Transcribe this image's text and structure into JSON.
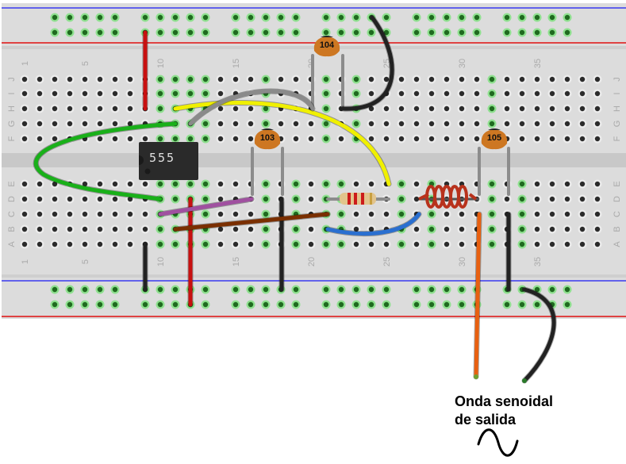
{
  "breadboard": {
    "column_labels": [
      "1",
      "5",
      "10",
      "15",
      "20",
      "25",
      "30",
      "35"
    ],
    "column_label_numbers": [
      1,
      5,
      10,
      15,
      20,
      25,
      30,
      35
    ],
    "top_row_labels": [
      "J",
      "I",
      "H",
      "G",
      "F"
    ],
    "bottom_row_labels": [
      "E",
      "D",
      "C",
      "B",
      "A"
    ],
    "colors": {
      "board": "#dcdcdc",
      "channel": "#c8c8c8",
      "rail_blue": "#3a3af0",
      "rail_red": "#e01010",
      "hole": "#2b2b2b",
      "connected_hole": "#3aa53a"
    }
  },
  "components": {
    "ic": {
      "label": "555"
    },
    "capacitors": [
      {
        "label": "104"
      },
      {
        "label": "103"
      },
      {
        "label": "105"
      }
    ],
    "resistor": {
      "label": "resistor"
    },
    "inductor": {
      "label": "inductor"
    }
  },
  "wires": [
    {
      "name": "red-vcc-top",
      "color": "#c81010"
    },
    {
      "name": "red-vcc-bottom",
      "color": "#c81010"
    },
    {
      "name": "black-gnd-ic",
      "color": "#222222"
    },
    {
      "name": "black-gnd-cap103",
      "color": "#222222"
    },
    {
      "name": "black-gnd-cap104",
      "color": "#222222"
    },
    {
      "name": "black-gnd-cap105",
      "color": "#222222"
    },
    {
      "name": "green-loop",
      "color": "#19b019"
    },
    {
      "name": "yellow",
      "color": "#f0f000"
    },
    {
      "name": "gray",
      "color": "#8a8a8a"
    },
    {
      "name": "purple",
      "color": "#a050a0"
    },
    {
      "name": "brown",
      "color": "#7a2f00"
    },
    {
      "name": "blue",
      "color": "#2a6fd0"
    },
    {
      "name": "orange-output",
      "color": "#e86010"
    },
    {
      "name": "black-output",
      "color": "#222222"
    }
  ],
  "caption": {
    "line1": "Onda senoidal",
    "line2": "de salida",
    "symbol": "sine-wave-icon"
  }
}
